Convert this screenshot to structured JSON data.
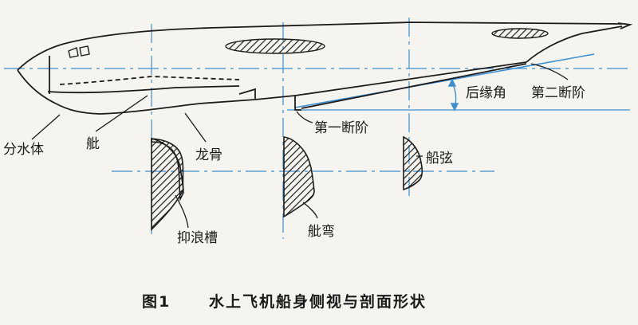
{
  "colors": {
    "outline": "#1c1c1c",
    "guide": "#3d8fd0",
    "paper": "#f6f4ee"
  },
  "labels": {
    "fenshuiti": "分水体",
    "zhou": "舭",
    "longgu": "龙骨",
    "diyi_duanjie": "第一断阶",
    "houyuanjiao": "后缘角",
    "dier_duanjie": "第二断阶",
    "chuanxian": "船弦",
    "yilangcao": "抑浪槽",
    "zhouwan": "舭弯"
  },
  "caption": {
    "number": "图1",
    "title": "水上飞机船身侧视与剖面形状"
  }
}
